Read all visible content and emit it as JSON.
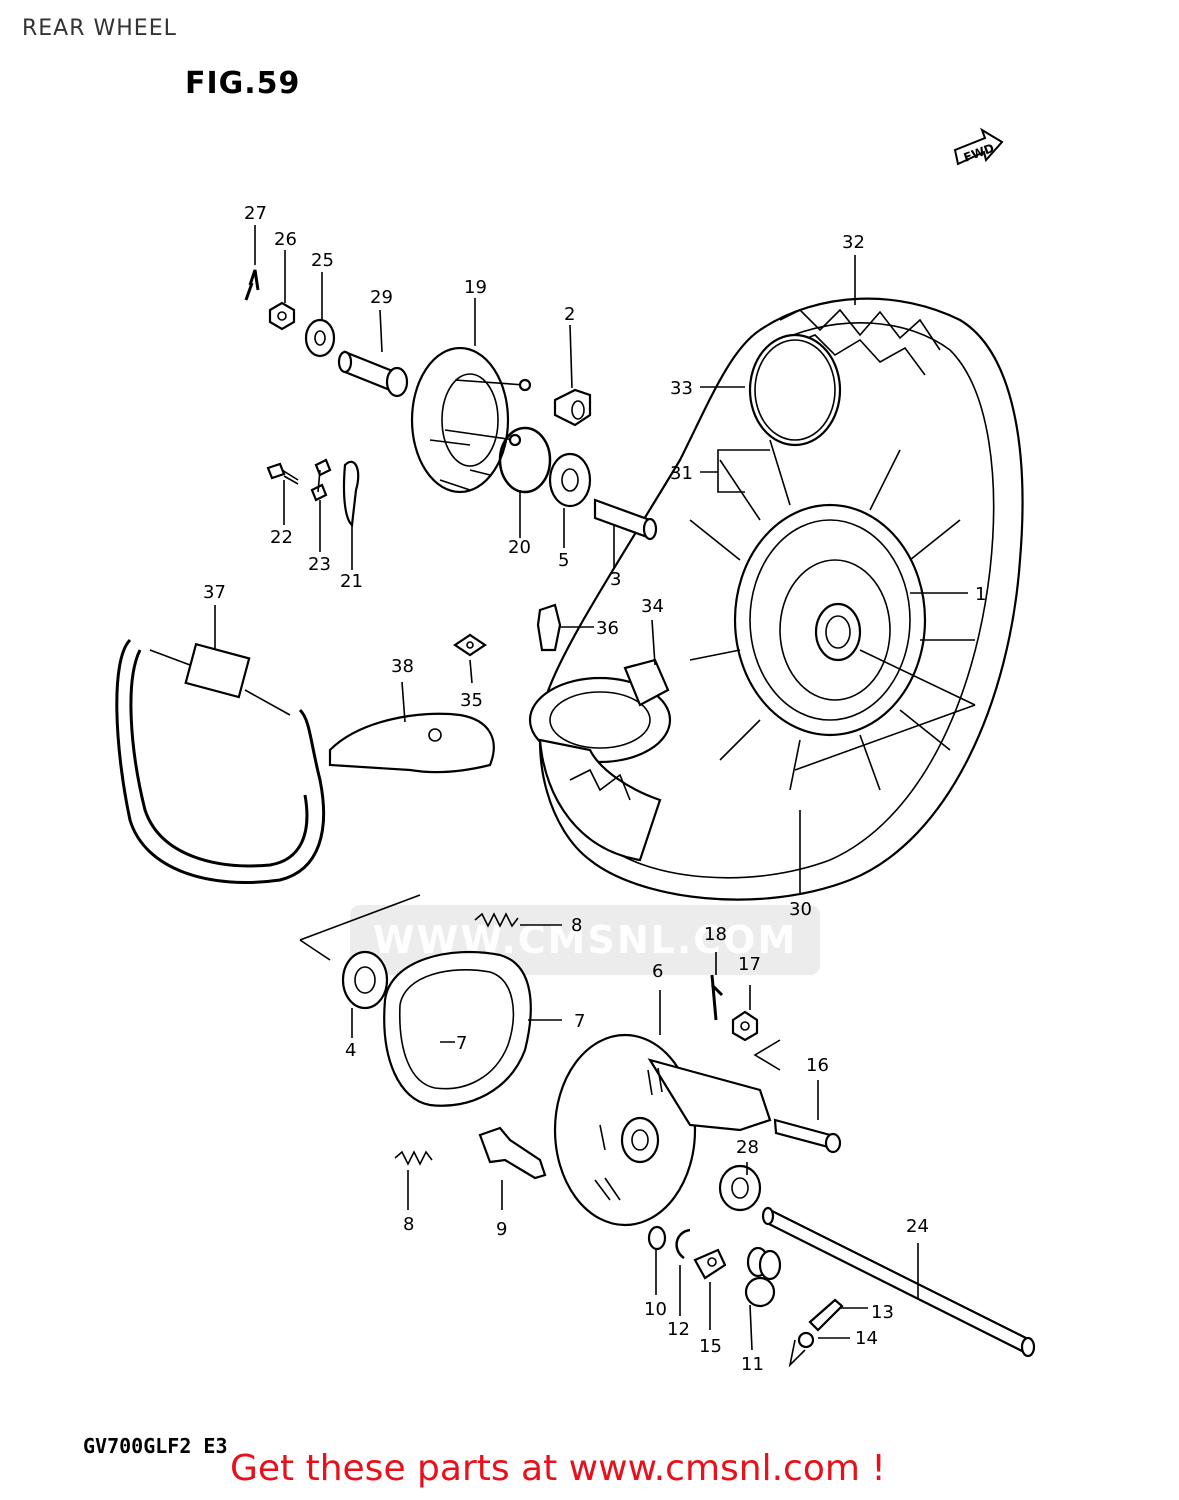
{
  "header": {
    "title": "REAR WHEEL",
    "figure": "FIG.59"
  },
  "fwd_label": "FWD",
  "watermark": "WWW.CMSNL.COM",
  "footer": {
    "model": "GV700GLF2  E3",
    "promo": "Get these parts at www.cmsnl.com !"
  },
  "callouts": {
    "c1": "1",
    "c2": "2",
    "c3": "3",
    "c4": "4",
    "c5": "5",
    "c6": "6",
    "c7a": "7",
    "c7b": "7",
    "c8a": "8",
    "c8b": "8",
    "c9": "9",
    "c10": "10",
    "c11": "11",
    "c12": "12",
    "c13": "13",
    "c14": "14",
    "c15": "15",
    "c16": "16",
    "c17": "17",
    "c18": "18",
    "c19": "19",
    "c20": "20",
    "c21": "21",
    "c22": "22",
    "c23": "23",
    "c24": "24",
    "c25": "25",
    "c26": "26",
    "c27": "27",
    "c28": "28",
    "c29": "29",
    "c30": "30",
    "c31": "31",
    "c32": "32",
    "c33": "33",
    "c34": "34",
    "c35": "35",
    "c36": "36",
    "c37": "37",
    "c38": "38"
  }
}
